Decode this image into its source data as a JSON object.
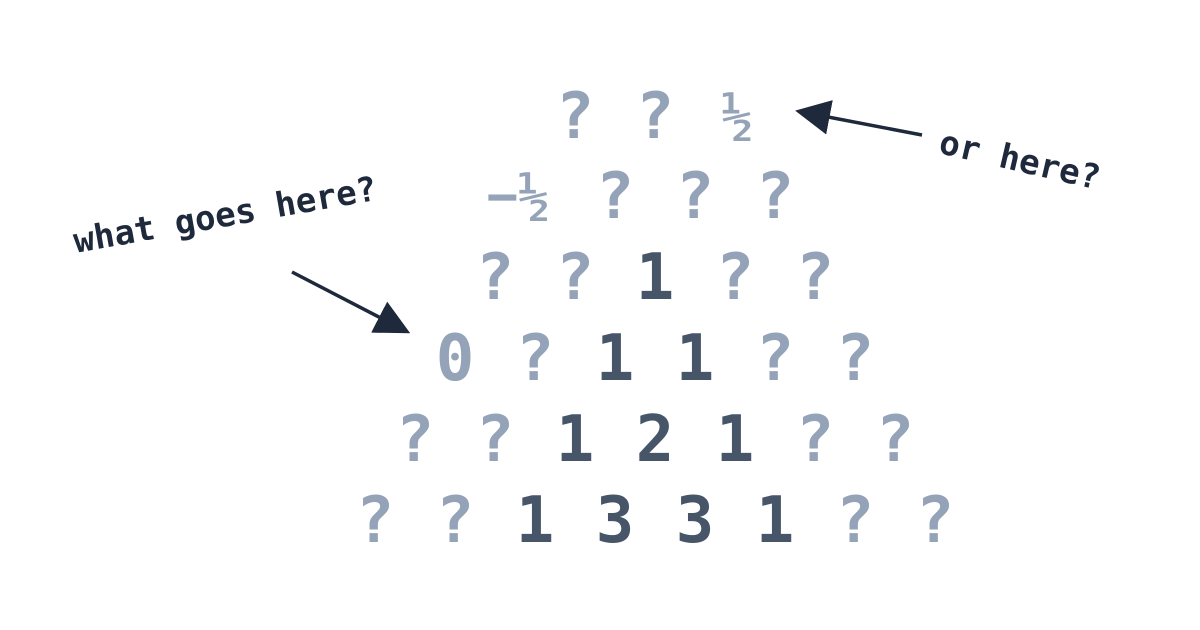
{
  "callouts": {
    "left": "what goes here?",
    "right": "or here?"
  },
  "rows": [
    {
      "cells": [
        {
          "text": "?",
          "kind": "unknown"
        },
        {
          "text": "?",
          "kind": "unknown"
        },
        {
          "text": "½",
          "kind": "hint"
        }
      ]
    },
    {
      "cells": [
        {
          "text": "−½",
          "kind": "hint"
        },
        {
          "text": "?",
          "kind": "unknown"
        },
        {
          "text": "?",
          "kind": "unknown"
        },
        {
          "text": "?",
          "kind": "unknown"
        }
      ]
    },
    {
      "cells": [
        {
          "text": "?",
          "kind": "unknown"
        },
        {
          "text": "?",
          "kind": "unknown"
        },
        {
          "text": "1",
          "kind": "known"
        },
        {
          "text": "?",
          "kind": "unknown"
        },
        {
          "text": "?",
          "kind": "unknown"
        }
      ]
    },
    {
      "cells": [
        {
          "text": "0",
          "kind": "hint"
        },
        {
          "text": "?",
          "kind": "unknown"
        },
        {
          "text": "1",
          "kind": "known"
        },
        {
          "text": "1",
          "kind": "known"
        },
        {
          "text": "?",
          "kind": "unknown"
        },
        {
          "text": "?",
          "kind": "unknown"
        }
      ]
    },
    {
      "cells": [
        {
          "text": "?",
          "kind": "unknown"
        },
        {
          "text": "?",
          "kind": "unknown"
        },
        {
          "text": "1",
          "kind": "known"
        },
        {
          "text": "2",
          "kind": "known"
        },
        {
          "text": "1",
          "kind": "known"
        },
        {
          "text": "?",
          "kind": "unknown"
        },
        {
          "text": "?",
          "kind": "unknown"
        }
      ]
    },
    {
      "cells": [
        {
          "text": "?",
          "kind": "unknown"
        },
        {
          "text": "?",
          "kind": "unknown"
        },
        {
          "text": "1",
          "kind": "known"
        },
        {
          "text": "3",
          "kind": "known"
        },
        {
          "text": "3",
          "kind": "known"
        },
        {
          "text": "1",
          "kind": "known"
        },
        {
          "text": "?",
          "kind": "unknown"
        },
        {
          "text": "?",
          "kind": "unknown"
        }
      ]
    }
  ],
  "colors": {
    "unknown": "#94a3b8",
    "known": "#475569",
    "callout": "#1e293b"
  }
}
